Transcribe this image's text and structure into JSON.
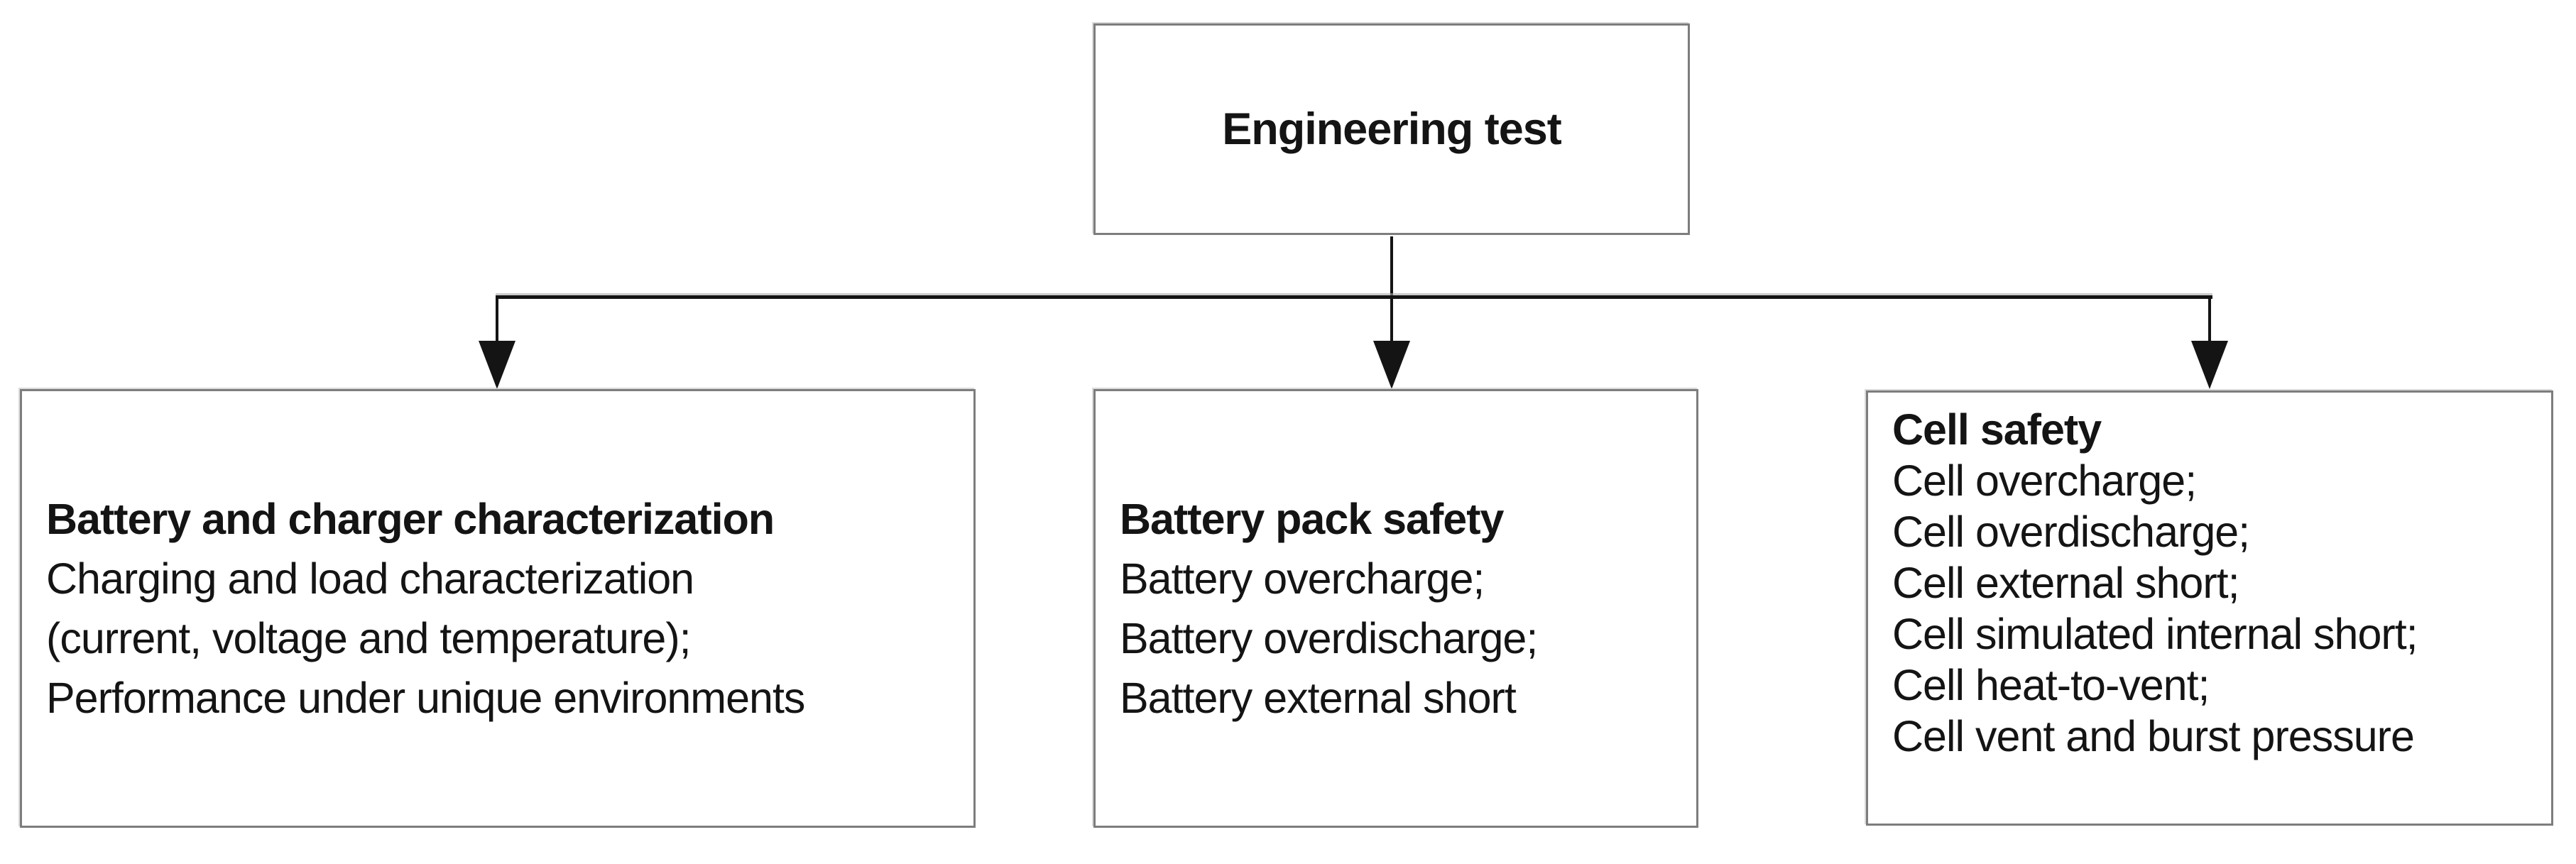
{
  "diagram": {
    "root": {
      "title": "Engineering test"
    },
    "branches": [
      {
        "title": "Battery and charger characterization",
        "items": [
          "Charging and load characterization",
          "(current, voltage and temperature);",
          "Performance under unique environments"
        ]
      },
      {
        "title": "Battery pack safety",
        "items": [
          "Battery overcharge;",
          "Battery overdischarge;",
          "Battery external short"
        ]
      },
      {
        "title": "Cell safety",
        "items": [
          "Cell overcharge;",
          "Cell overdischarge;",
          "Cell external short;",
          "Cell simulated internal short;",
          "Cell heat-to-vent;",
          "Cell vent and burst pressure"
        ]
      }
    ],
    "colors": {
      "background": "#ffffff",
      "box_border": "#7d7d7d",
      "connector": "#141414",
      "text": "#141414"
    }
  }
}
